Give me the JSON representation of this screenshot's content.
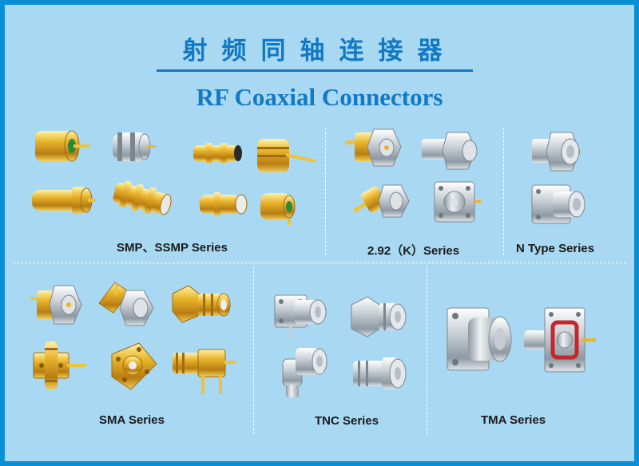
{
  "header": {
    "title_cn": "射频同轴连接器",
    "title_en": "RF Coaxial Connectors"
  },
  "sections": [
    {
      "id": "smp",
      "label": "SMP、SSMP Series"
    },
    {
      "id": "292",
      "label": "2.92（K）Series"
    },
    {
      "id": "ntype",
      "label": "N Type Series"
    },
    {
      "id": "sma",
      "label": "SMA Series"
    },
    {
      "id": "tnc",
      "label": "TNC Series"
    },
    {
      "id": "tma",
      "label": "TMA Series"
    }
  ],
  "colors": {
    "border": "#0a8fd6",
    "background": "#a9d8f3",
    "title": "#1279c4",
    "gold": "#d9a520",
    "silver": "#c4cbd2"
  }
}
